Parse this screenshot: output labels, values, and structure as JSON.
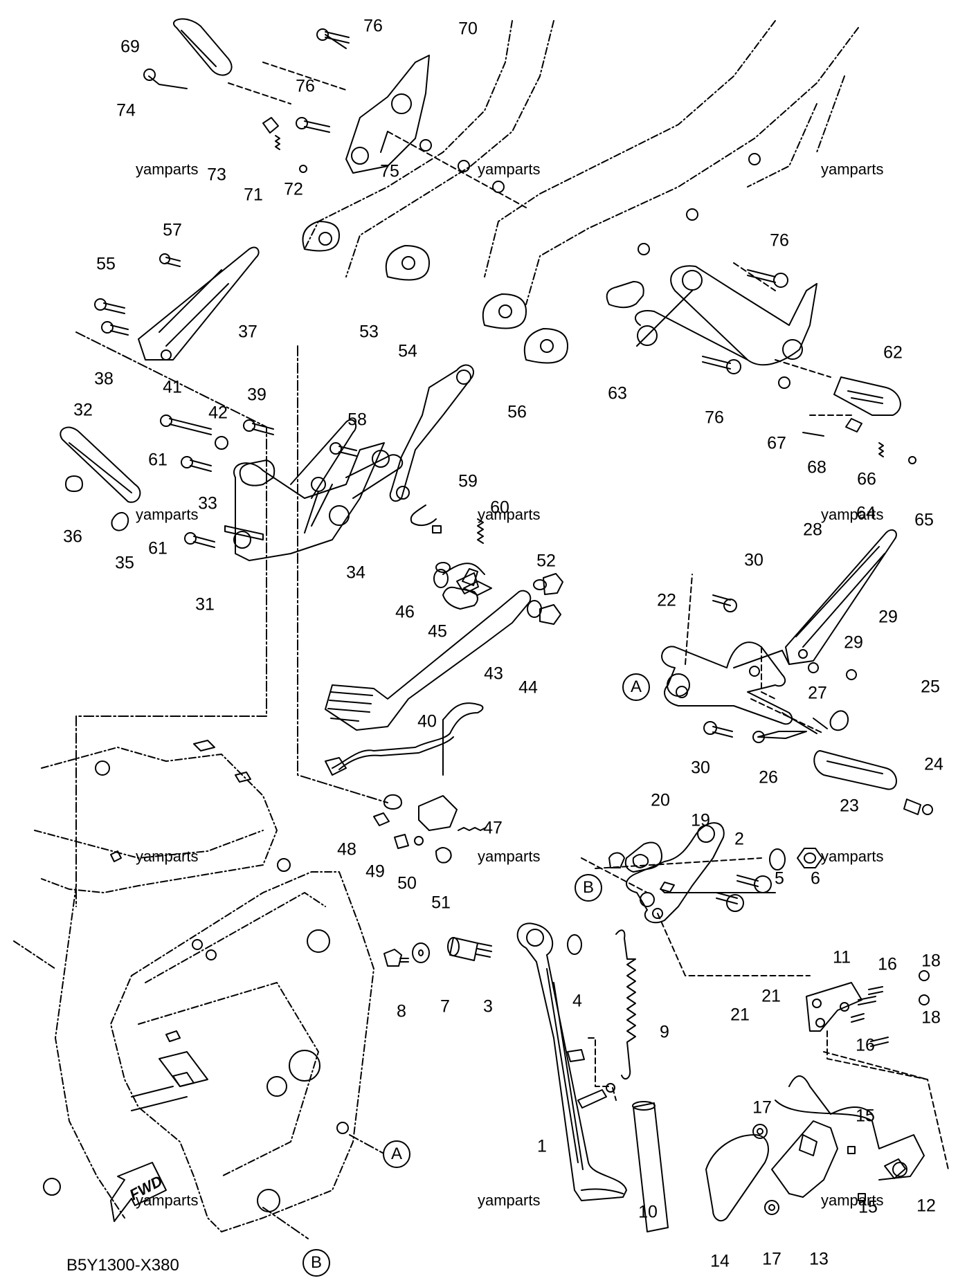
{
  "diagram_code": "B5Y1300-X380",
  "watermark": "yamparts",
  "fwd_label": "FWD",
  "ref_markers": [
    "A",
    "B",
    "A",
    "B"
  ],
  "part_numbers": [
    "69",
    "76",
    "70",
    "74",
    "76",
    "73",
    "75",
    "71",
    "72",
    "57",
    "55",
    "37",
    "38",
    "53",
    "54",
    "41",
    "39",
    "42",
    "58",
    "56",
    "32",
    "61",
    "59",
    "60",
    "33",
    "36",
    "35",
    "61",
    "52",
    "34",
    "31",
    "46",
    "45",
    "43",
    "44",
    "40",
    "47",
    "48",
    "49",
    "50",
    "51",
    "76",
    "62",
    "63",
    "76",
    "67",
    "68",
    "66",
    "64",
    "65",
    "28",
    "30",
    "22",
    "29",
    "29",
    "25",
    "27",
    "30",
    "26",
    "23",
    "24",
    "20",
    "19",
    "2",
    "5",
    "6",
    "18",
    "16",
    "11",
    "21",
    "21",
    "8",
    "7",
    "3",
    "4",
    "9",
    "18",
    "16",
    "17",
    "15",
    "1",
    "10",
    "15",
    "12",
    "14",
    "17",
    "13"
  ]
}
